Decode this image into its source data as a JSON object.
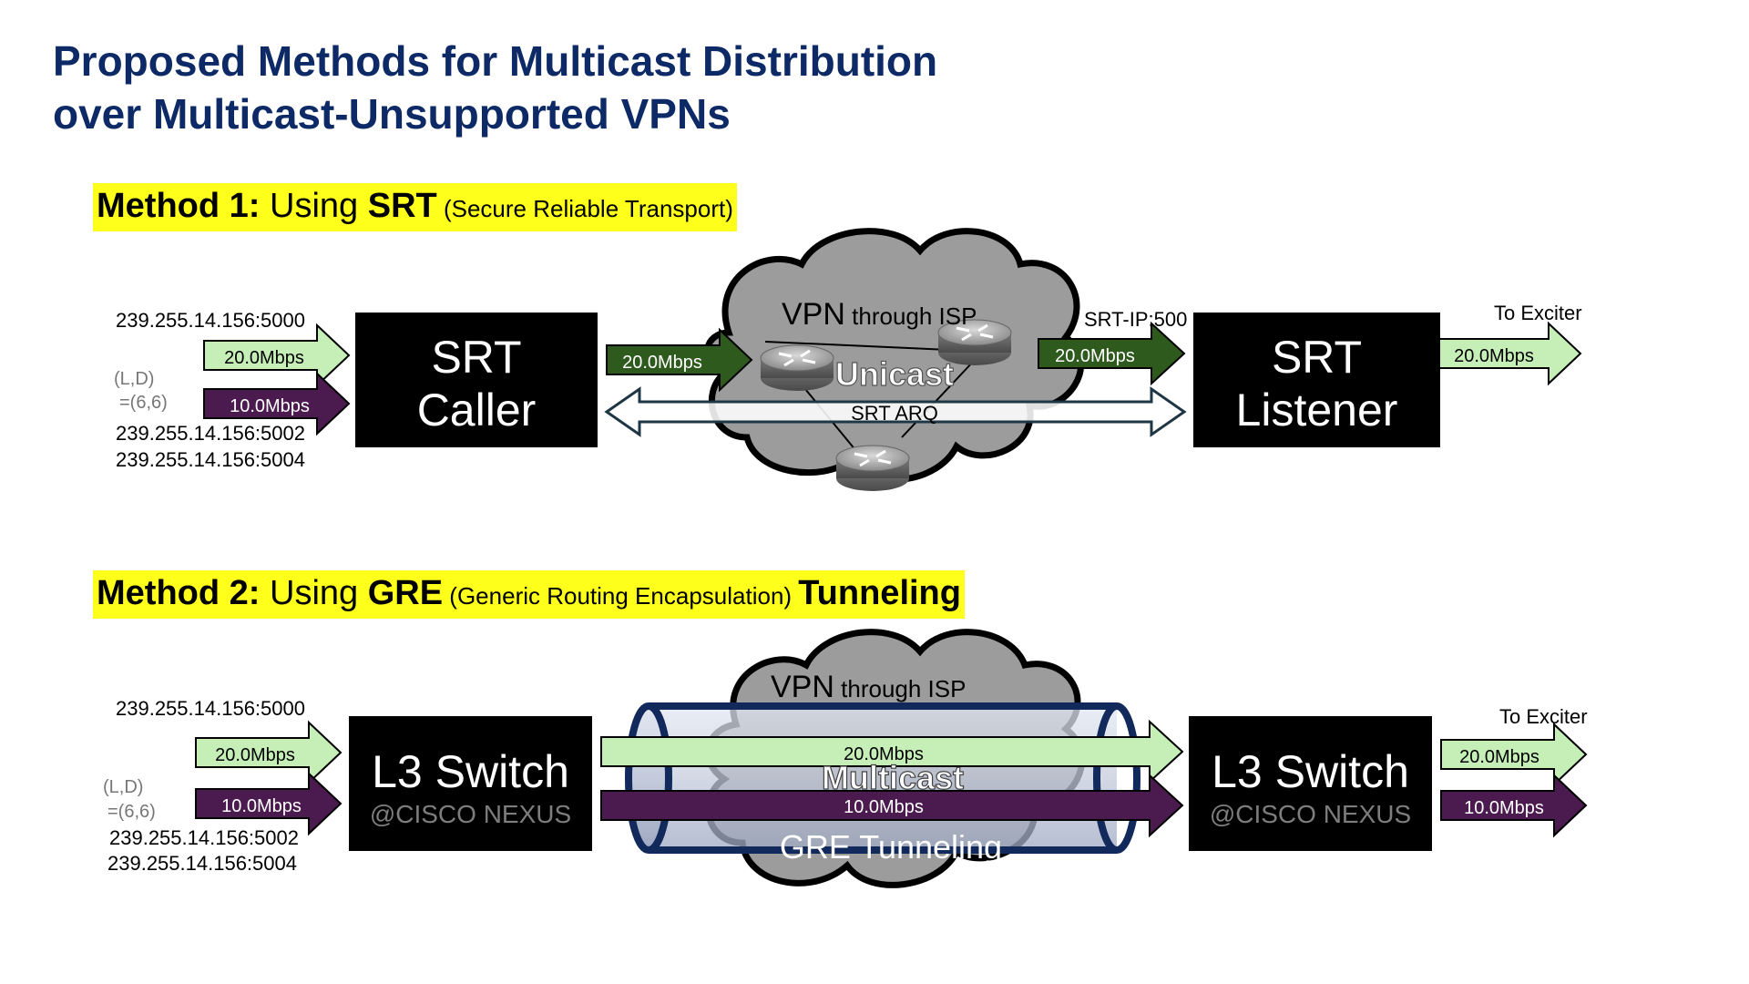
{
  "title": {
    "line1": "Proposed Methods for Multicast Distribution",
    "line2": "over Multicast-Unsupported VPNs"
  },
  "method1": {
    "heading_bold": "Method 1:",
    "heading_mid": " Using ",
    "heading_acr": "SRT",
    "heading_paren": " (Secure Reliable Transport)",
    "src_addr_top": "239.255.14.156:5000",
    "ld_label": "(L,D)",
    "ld_value": "=(6,6)",
    "src_addr_2": "239.255.14.156:5002",
    "src_addr_3": "239.255.14.156:5004",
    "in_arrow_green": "20.0Mbps",
    "in_arrow_purple": "10.0Mbps",
    "caller_l1": "SRT",
    "caller_l2": "Caller",
    "mid_arrow_left": "20.0Mbps",
    "cloud_vpn": "VPN",
    "cloud_isp": " through ISP",
    "cloud_unicast": "Unicast",
    "arq_label": "SRT ARQ",
    "srt_ip_label": "SRT-IP:500",
    "mid_arrow_right": "20.0Mbps",
    "listener_l1": "SRT",
    "listener_l2": "Listener",
    "exciter_label": "To Exciter",
    "out_arrow": "20.0Mbps"
  },
  "method2": {
    "heading_bold": "Method 2:",
    "heading_mid": " Using ",
    "heading_acr": "GRE",
    "heading_paren": " (Generic Routing Encapsulation) ",
    "heading_tail": "Tunneling",
    "src_addr_top": "239.255.14.156:5000",
    "ld_label": "(L,D)",
    "ld_value": "=(6,6)",
    "src_addr_2": "239.255.14.156:5002",
    "src_addr_3": "239.255.14.156:5004",
    "in_arrow_green": "20.0Mbps",
    "in_arrow_purple": "10.0Mbps",
    "switch_left_l1": "L3 Switch",
    "switch_left_l2": "@CISCO NEXUS",
    "cloud_vpn": "VPN",
    "cloud_isp": " through ISP",
    "tunnel_green": "20.0Mbps",
    "tunnel_multicast": "Multicast",
    "tunnel_purple": "10.0Mbps",
    "tunnel_label": "GRE Tunneling",
    "switch_right_l1": "L3 Switch",
    "switch_right_l2": "@CISCO NEXUS",
    "exciter_label": "To Exciter",
    "out_arrow_green": "20.0Mbps",
    "out_arrow_purple": "10.0Mbps"
  },
  "colors": {
    "title": "#0d2a67",
    "highlight": "#ffff1c",
    "arrow_light_green": "#c6efb8",
    "arrow_dark_green": "#2e5a1e",
    "arrow_purple": "#4b1a4f",
    "cloud_fill": "#9c9c9c",
    "tunnel_border": "#12295c",
    "tunnel_fill": "#c8d0e0"
  },
  "icons": [
    "router-icon",
    "cloud-icon",
    "block-arrow-icon",
    "double-arrow-icon",
    "tunnel-pipe-icon"
  ]
}
